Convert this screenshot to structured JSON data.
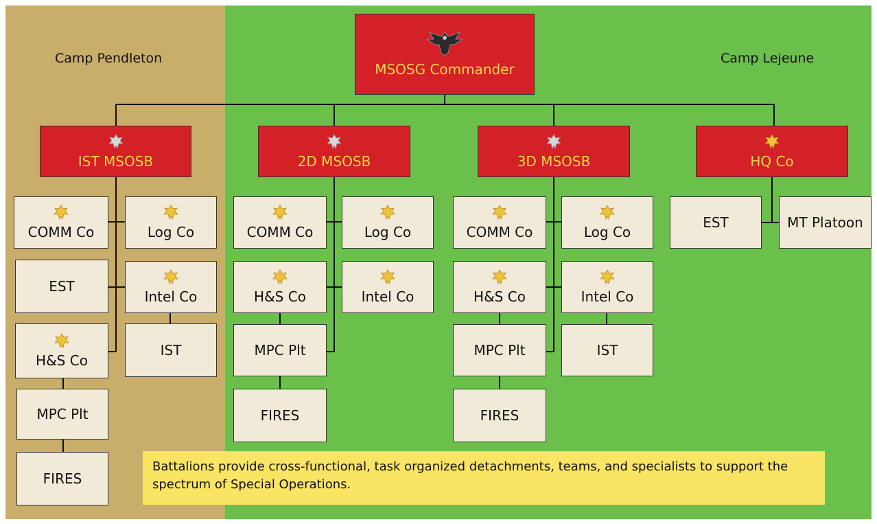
{
  "regions": {
    "left": {
      "label": "Camp Pendleton",
      "color": "#c9ad6a"
    },
    "right": {
      "label": "Camp Lejeune",
      "color": "#6ac04b"
    }
  },
  "colors": {
    "command": "#d42027",
    "command_text": "#ffd84a",
    "unit": "#f2ead8",
    "note": "#f9e463"
  },
  "commander": {
    "label": "MSOSG Commander",
    "insignia": "eagle-icon"
  },
  "battalions": [
    {
      "label": "IST MSOSB",
      "insignia": "silver-oak-leaf-icon",
      "units": [
        "COMM Co",
        "Log Co",
        "EST",
        "Intel Co",
        "H&S Co",
        "IST",
        "MPC Plt",
        "FIRES"
      ]
    },
    {
      "label": "2D MSOSB",
      "insignia": "silver-oak-leaf-icon",
      "units": [
        "COMM Co",
        "Log Co",
        "H&S Co",
        "Intel Co",
        "MPC Plt",
        "FIRES"
      ]
    },
    {
      "label": "3D MSOSB",
      "insignia": "silver-oak-leaf-icon",
      "units": [
        "COMM Co",
        "Log Co",
        "H&S Co",
        "Intel Co",
        "MPC Plt",
        "IST",
        "FIRES"
      ]
    },
    {
      "label": "HQ Co",
      "insignia": "gold-oak-leaf-icon",
      "units": [
        "EST",
        "MT Platoon"
      ]
    }
  ],
  "note": "Battalions provide cross-functional, task organized detachments, teams, and specialists to support the spectrum of Special Operations."
}
